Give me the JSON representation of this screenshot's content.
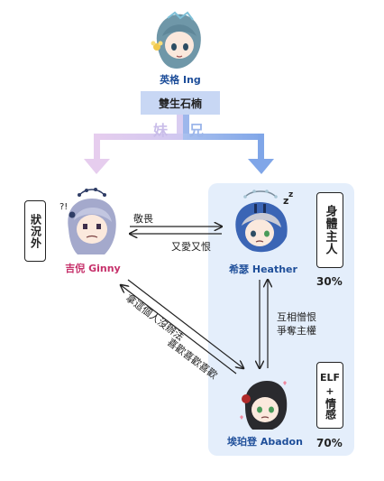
{
  "top": {
    "name": "英格 Ing",
    "org": "雙生石楠",
    "branch_left": "妹",
    "branch_right": "兄"
  },
  "left_label": "狀況外",
  "ginny": {
    "name": "吉倪 Ginny"
  },
  "heather": {
    "name": "希瑟 Heather",
    "box": "身體主人",
    "percent": "30%"
  },
  "abadon": {
    "name": "埃珀登 Abadon",
    "box_line1": "ELF",
    "box_line2": "+",
    "box_line3": "情感",
    "percent": "70%"
  },
  "edges": {
    "ginny_to_heather": "敬畏",
    "heather_to_ginny": "又愛又恨",
    "ginny_to_abadon": "拿這個人沒辦法",
    "abadon_to_ginny": "喜歡喜歡喜歡",
    "heather_abadon_1": "互相憎恨",
    "heather_abadon_2": "爭奪主權"
  },
  "colors": {
    "pink": "#c6306a",
    "blue": "#1f4f9a",
    "left_arrow": "#dccaf0",
    "right_arrow": "#8fb0ea",
    "panel": "#e4eefb"
  }
}
